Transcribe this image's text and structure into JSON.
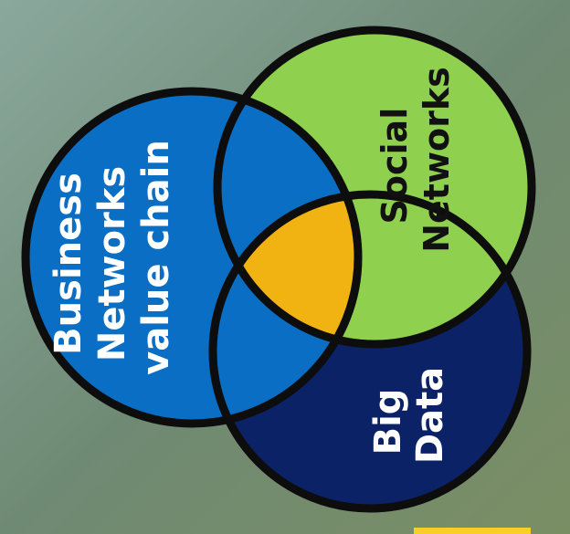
{
  "diagram": {
    "circles": [
      {
        "id": "business",
        "lines": [
          "Business",
          "Networks",
          "value chain"
        ],
        "fill": "#0a6ec4"
      },
      {
        "id": "social",
        "lines": [
          "Social",
          "Networks"
        ],
        "fill": "#8fd14f"
      },
      {
        "id": "bigdata",
        "lines": [
          "Big",
          "Data"
        ],
        "fill": "#0b2266"
      }
    ],
    "overlap_colors": {
      "business_social": "#0a6ec4",
      "business_bigdata": "#0a6ec4",
      "social_bigdata": "#8fd14f",
      "center": "#f0b312"
    },
    "outline_color": "#0d0d0d",
    "background_color": "#6e8a78",
    "corner_tab_color": "#f6d027"
  }
}
